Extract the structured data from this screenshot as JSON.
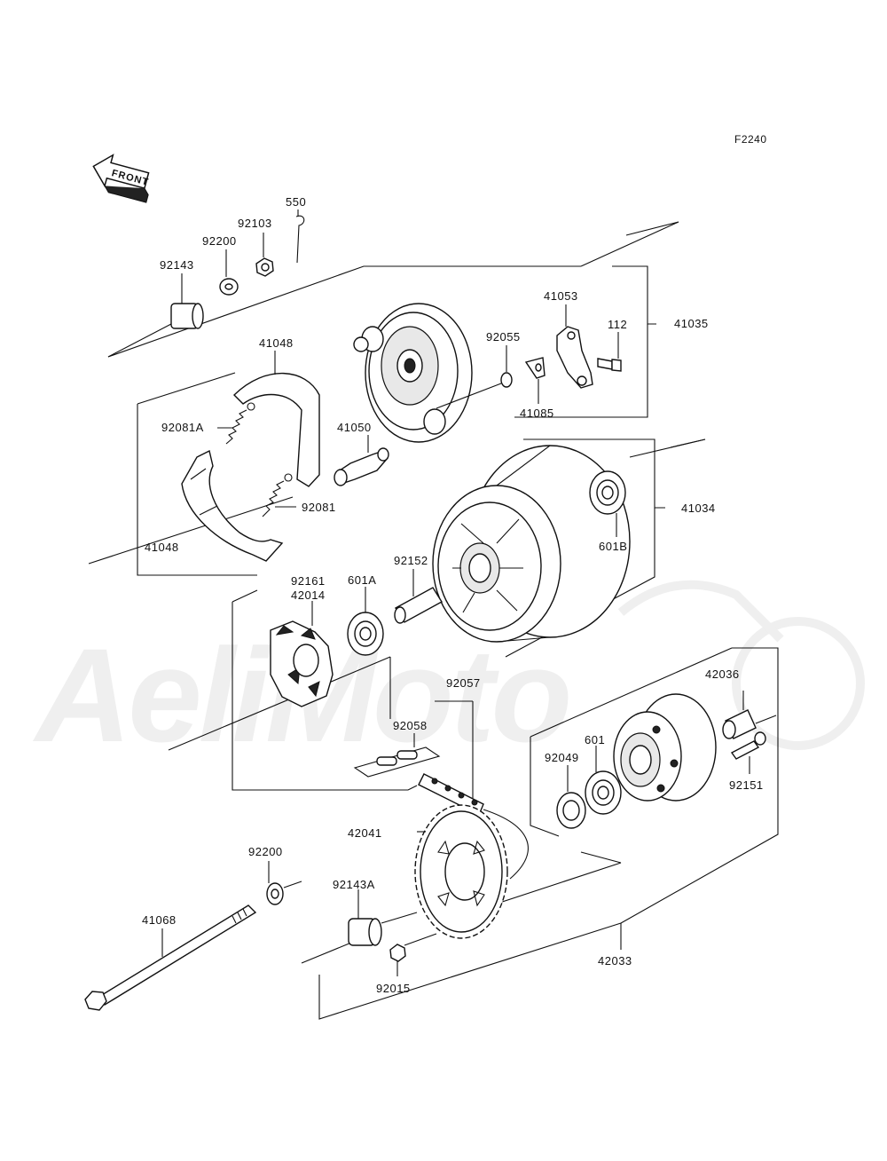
{
  "figure_code": "F2240",
  "front_label": "FRONT",
  "watermark": "AeliMoto",
  "part_labels": [
    {
      "id": "p550",
      "text": "550"
    },
    {
      "id": "p92103",
      "text": "92103"
    },
    {
      "id": "p92200a",
      "text": "92200"
    },
    {
      "id": "p92143",
      "text": "92143"
    },
    {
      "id": "p41053",
      "text": "41053"
    },
    {
      "id": "p112",
      "text": "112"
    },
    {
      "id": "p41035",
      "text": "41035"
    },
    {
      "id": "p41048a",
      "text": "41048"
    },
    {
      "id": "p92055",
      "text": "92055"
    },
    {
      "id": "p41085",
      "text": "41085"
    },
    {
      "id": "p92081A",
      "text": "92081A"
    },
    {
      "id": "p41050",
      "text": "41050"
    },
    {
      "id": "p92081",
      "text": "92081"
    },
    {
      "id": "p41034",
      "text": "41034"
    },
    {
      "id": "p41048b",
      "text": "41048"
    },
    {
      "id": "p601B",
      "text": "601B"
    },
    {
      "id": "p92161",
      "text": "92161"
    },
    {
      "id": "p42014",
      "text": "42014"
    },
    {
      "id": "p601A",
      "text": "601A"
    },
    {
      "id": "p92152",
      "text": "92152"
    },
    {
      "id": "p92057",
      "text": "92057"
    },
    {
      "id": "p42036",
      "text": "42036"
    },
    {
      "id": "p92058",
      "text": "92058"
    },
    {
      "id": "p601",
      "text": "601"
    },
    {
      "id": "p92049",
      "text": "92049"
    },
    {
      "id": "p92151",
      "text": "92151"
    },
    {
      "id": "p42041",
      "text": "42041"
    },
    {
      "id": "p92200b",
      "text": "92200"
    },
    {
      "id": "p92143A",
      "text": "92143A"
    },
    {
      "id": "p41068",
      "text": "41068"
    },
    {
      "id": "p42033",
      "text": "42033"
    },
    {
      "id": "p92015",
      "text": "92015"
    }
  ]
}
